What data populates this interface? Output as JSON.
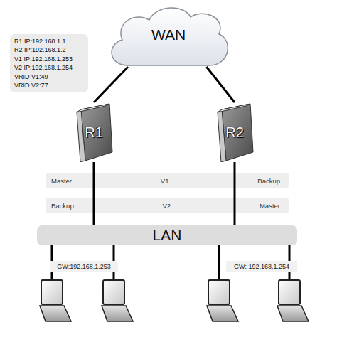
{
  "diagram": {
    "nodes": [
      {
        "text": [
          "R1 IP:192.168.1.1",
          "R2 IP:192.168.1.2",
          "V1 IP:192.168.1.253",
          "V2 IP:192.168.1.254",
          "VRID V1:49",
          "VRID V2:77"
        ]
      },
      {
        "text": [
          "WAN"
        ]
      },
      {
        "text": [
          "R1"
        ]
      },
      {
        "text": [
          "R2"
        ]
      },
      {
        "text": [
          "Master",
          "V1",
          "Backup"
        ]
      },
      {
        "text": [
          "Backup",
          "V2",
          "Master"
        ]
      },
      {
        "text": [
          "LAN"
        ]
      },
      {
        "text": [
          "GW:192.168.1.253"
        ]
      },
      {
        "text": [
          "GW: 192.168.1.254"
        ]
      }
    ],
    "edges": [
      {
        "from": 1,
        "to": 2,
        "arrow": "none"
      },
      {
        "from": 1,
        "to": 3,
        "arrow": "none"
      },
      {
        "from": 2,
        "to": 6,
        "arrow": "none"
      },
      {
        "from": 3,
        "to": 6,
        "arrow": "none"
      }
    ]
  }
}
